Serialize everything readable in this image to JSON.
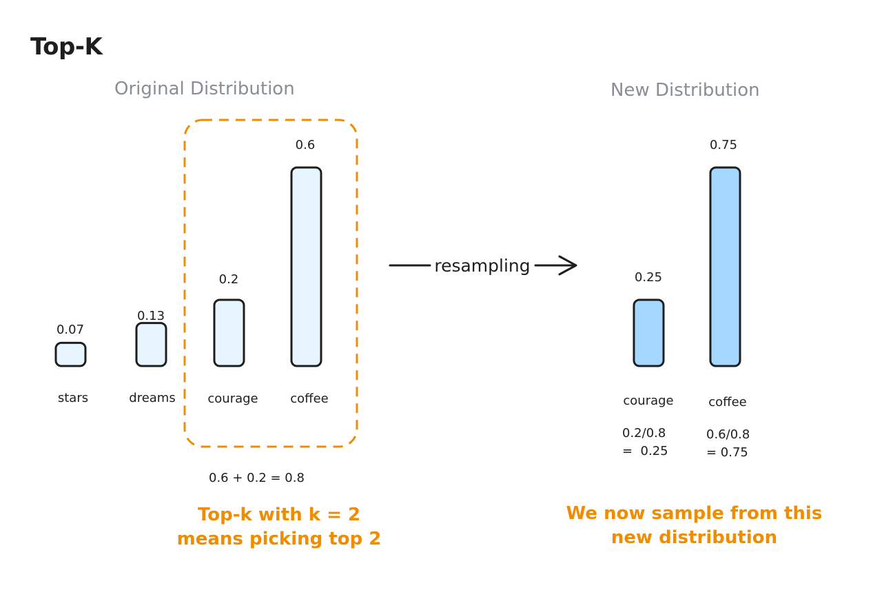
{
  "title": "Top-K",
  "colors": {
    "original_fill": "#e7f5ff",
    "new_fill": "#a5d8ff",
    "stroke": "#1e1e1e",
    "highlight": "#f08c00",
    "muted_title": "#868e96"
  },
  "arrow_label": "resampling",
  "chart_data": [
    {
      "type": "bar",
      "title": "Original Distribution",
      "categories": [
        "stars",
        "dreams",
        "courage",
        "coffee"
      ],
      "values": [
        0.07,
        0.13,
        0.2,
        0.6
      ],
      "value_labels": [
        "0.07",
        "0.13",
        "0.2",
        "0.6"
      ],
      "highlighted": [
        "courage",
        "coffee"
      ]
    },
    {
      "type": "bar",
      "title": "New Distribution",
      "categories": [
        "courage",
        "coffee"
      ],
      "values": [
        0.25,
        0.75
      ],
      "value_labels": [
        "0.25",
        "0.75"
      ]
    }
  ],
  "sum_note": "0.6 + 0.2 = 0.8",
  "calc_notes": {
    "courage": [
      "0.2/0.8",
      "=  0.25"
    ],
    "coffee": [
      "0.6/0.8",
      "= 0.75"
    ]
  },
  "orange_notes": {
    "left": [
      "Top-k with k = 2",
      "means picking top 2"
    ],
    "right": [
      "We now sample from this",
      "new distribution"
    ]
  }
}
